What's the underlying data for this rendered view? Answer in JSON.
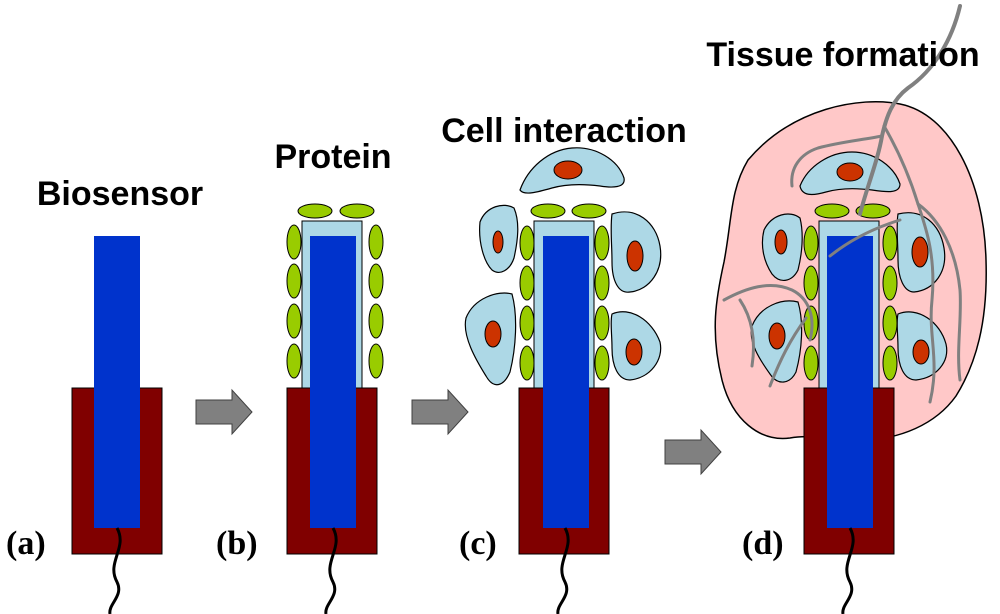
{
  "panels": [
    {
      "label": "(a)",
      "title": "Biosensor"
    },
    {
      "label": "(b)",
      "title": "Protein"
    },
    {
      "label": "(c)",
      "title": "Cell interaction"
    },
    {
      "label": "(d)",
      "title": "Tissue formation"
    }
  ],
  "colors": {
    "sensor": "#0033cc",
    "base": "#800000",
    "protein": "#99cc00",
    "coating": "#add8e6",
    "cell": "#add8e6",
    "nucleus": "#cc3300",
    "tissue": "#ffc8c8",
    "vessel": "#808080",
    "arrow": "#808080",
    "wire": "#000000"
  }
}
